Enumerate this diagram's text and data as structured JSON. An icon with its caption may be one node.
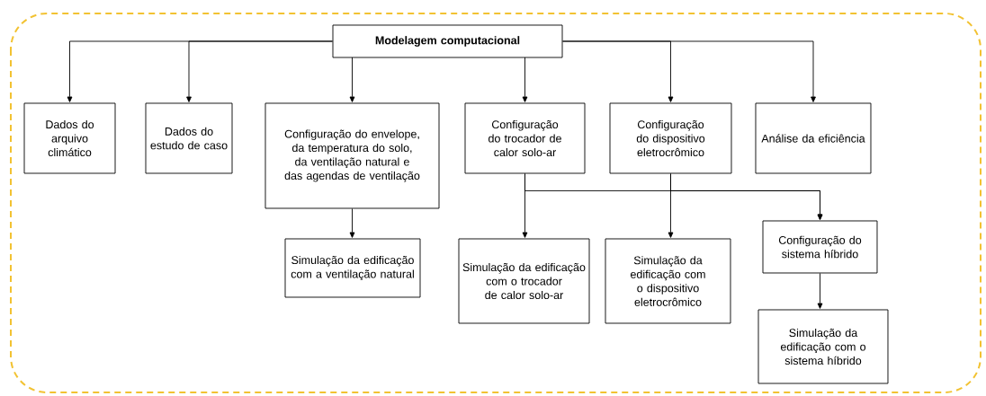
{
  "diagram": {
    "nodes": [
      {
        "text": [
          "Modelagem computacional"
        ]
      },
      {
        "text": [
          "Dados do arquivo climático"
        ]
      },
      {
        "text": [
          "Dados do estudo de caso"
        ]
      },
      {
        "text": [
          "Configuração do envelope, da temperatura do solo, da ventilação natural e das agendas de ventilação"
        ]
      },
      {
        "text": [
          "Configuração do trocador de calor solo-ar"
        ]
      },
      {
        "text": [
          "Configuração do dispositivo eletrocrômico"
        ]
      },
      {
        "text": [
          "Análise da eficiência"
        ]
      },
      {
        "text": [
          "Simulação da edificação com a ventilação natural"
        ]
      },
      {
        "text": [
          "Simulação da edificação com o trocador de calor solo-ar"
        ]
      },
      {
        "text": [
          "Simulação da edificação com o dispositivo eletrocrômico"
        ]
      },
      {
        "text": [
          "Configuração do sistema híbrido"
        ]
      },
      {
        "text": [
          "Simulação da edificação com o sistema híbrido"
        ]
      }
    ],
    "edges": [
      {
        "from": 0,
        "to": 1,
        "arrow": "to"
      },
      {
        "from": 0,
        "to": 2,
        "arrow": "to"
      },
      {
        "from": 0,
        "to": 3,
        "arrow": "to"
      },
      {
        "from": 0,
        "to": 4,
        "arrow": "to"
      },
      {
        "from": 0,
        "to": 5,
        "arrow": "to"
      },
      {
        "from": 0,
        "to": 6,
        "arrow": "to"
      },
      {
        "from": 3,
        "to": 7,
        "arrow": "to"
      },
      {
        "from": 4,
        "to": 8,
        "arrow": "to"
      },
      {
        "from": 5,
        "to": 9,
        "arrow": "to"
      },
      {
        "from": 4,
        "to": 10,
        "arrow": "to"
      },
      {
        "from": 5,
        "to": 10,
        "arrow": "to"
      },
      {
        "from": 10,
        "to": 11,
        "arrow": "to"
      }
    ]
  }
}
